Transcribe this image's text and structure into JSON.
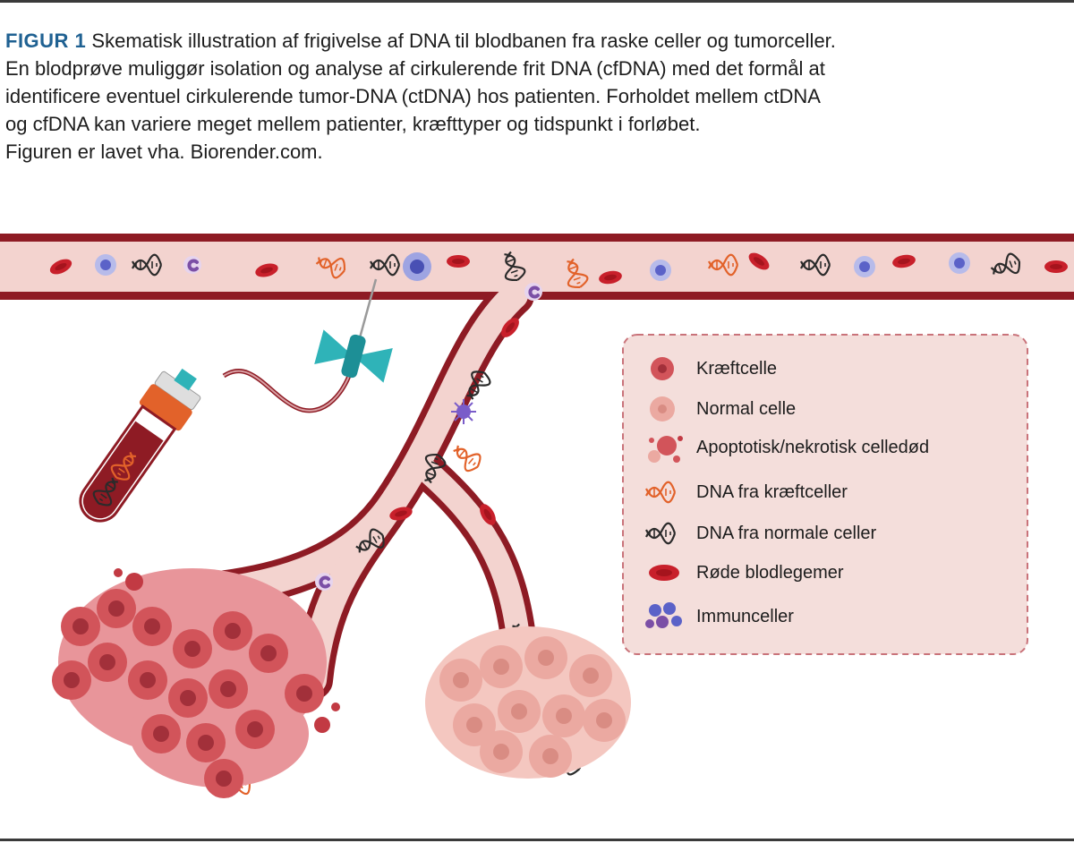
{
  "caption": {
    "figure_label": "FIGUR 1",
    "lines": [
      "Skematisk illustration af frigivelse af DNA til blodbanen fra raske celler og tumorceller.",
      "En blodprøve muliggør isolation og analyse af cirkulerende frit DNA (cfDNA) med det formål at",
      "identificere eventuel cirkulerende tumor-DNA (ctDNA) hos patienten. Forholdet mellem ctDNA",
      "og cfDNA kan variere meget mellem patienter, kræfttyper og tidspunkt i forløbet.",
      "Figuren er lavet vha. Biorender.com."
    ]
  },
  "legend": {
    "items": [
      {
        "label": "Kræftcelle",
        "icon": "cancer-cell-icon"
      },
      {
        "label": "Normal celle",
        "icon": "normal-cell-icon"
      },
      {
        "label": "Apoptotisk/nekrotisk celledød",
        "icon": "apoptotic-cell-icon"
      },
      {
        "label": "DNA fra kræftceller",
        "icon": "tumor-dna-icon"
      },
      {
        "label": "DNA fra normale celler",
        "icon": "normal-dna-icon"
      },
      {
        "label": "Røde blodlegemer",
        "icon": "red-blood-cell-icon"
      },
      {
        "label": "Immunceller",
        "icon": "immune-cells-icon"
      }
    ]
  },
  "colors": {
    "vessel_wall": "#8e1b24",
    "vessel_lumen": "#f3d3cf",
    "red_blood_cell": "#c8202b",
    "tumor_dna": "#e2622a",
    "normal_dna": "#2b2b2b",
    "cancer_cell": "#d2545a",
    "normal_cell": "#eba9a1",
    "immune_cell": "#5b62c8",
    "legend_bg": "#f4dedb",
    "legend_border": "#c9737a",
    "caption_accent": "#1f6192"
  }
}
